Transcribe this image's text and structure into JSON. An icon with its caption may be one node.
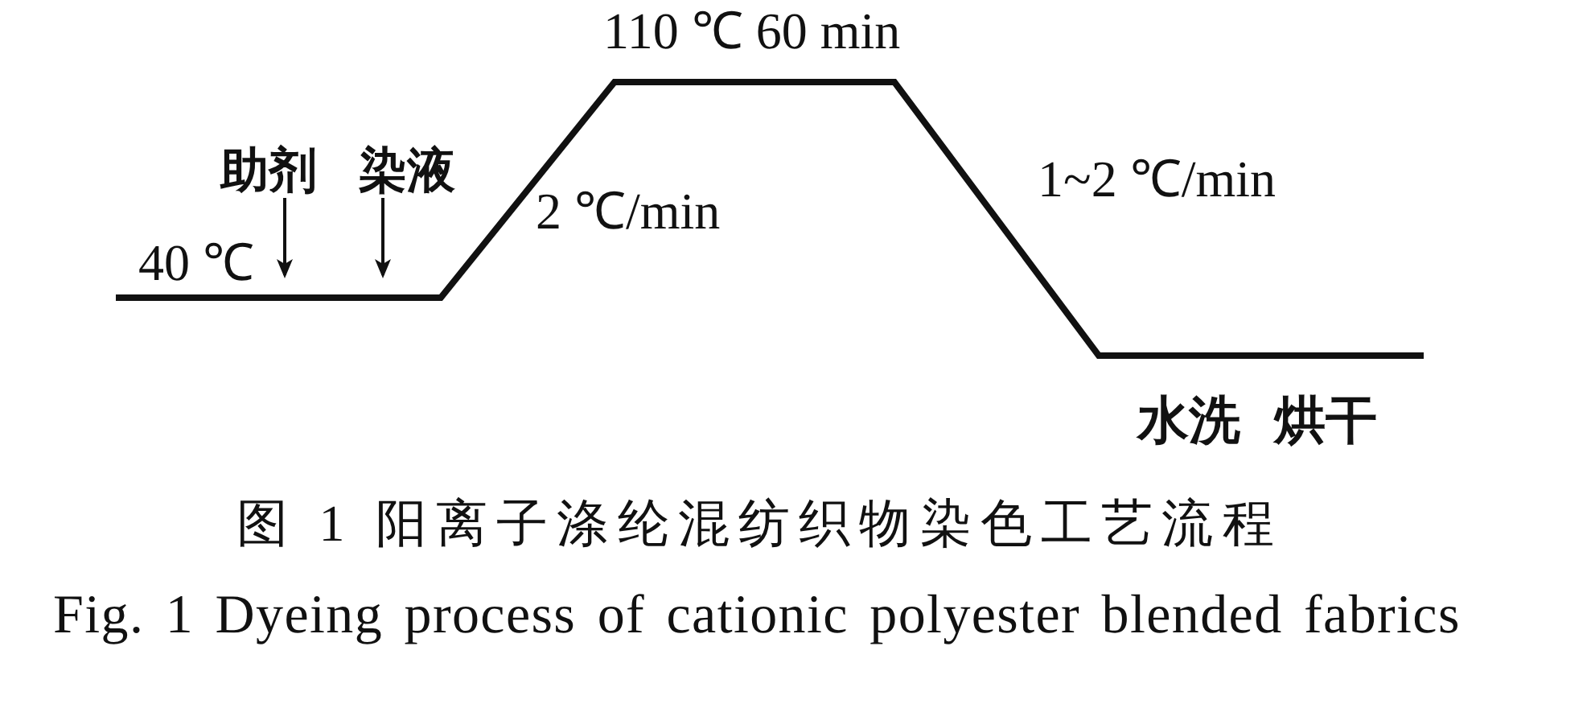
{
  "diagram": {
    "caption": "图 1 阳离子涤纶混纺织物染色工艺流程",
    "nodes": [
      {
        "text": [
          "助剂"
        ]
      },
      {
        "text": [
          "染液"
        ]
      }
    ],
    "edges": [
      {
        "from": 0,
        "to": null,
        "arrow": "to"
      },
      {
        "from": 1,
        "to": null,
        "arrow": "to"
      }
    ],
    "labels": [
      "110 ℃ 60 min",
      "1~2 ℃/min",
      "2 ℃/min",
      "40 ℃",
      "水洗 烘干",
      "Fig. 1 Dyeing process of cationic polyester blended fabrics"
    ]
  }
}
